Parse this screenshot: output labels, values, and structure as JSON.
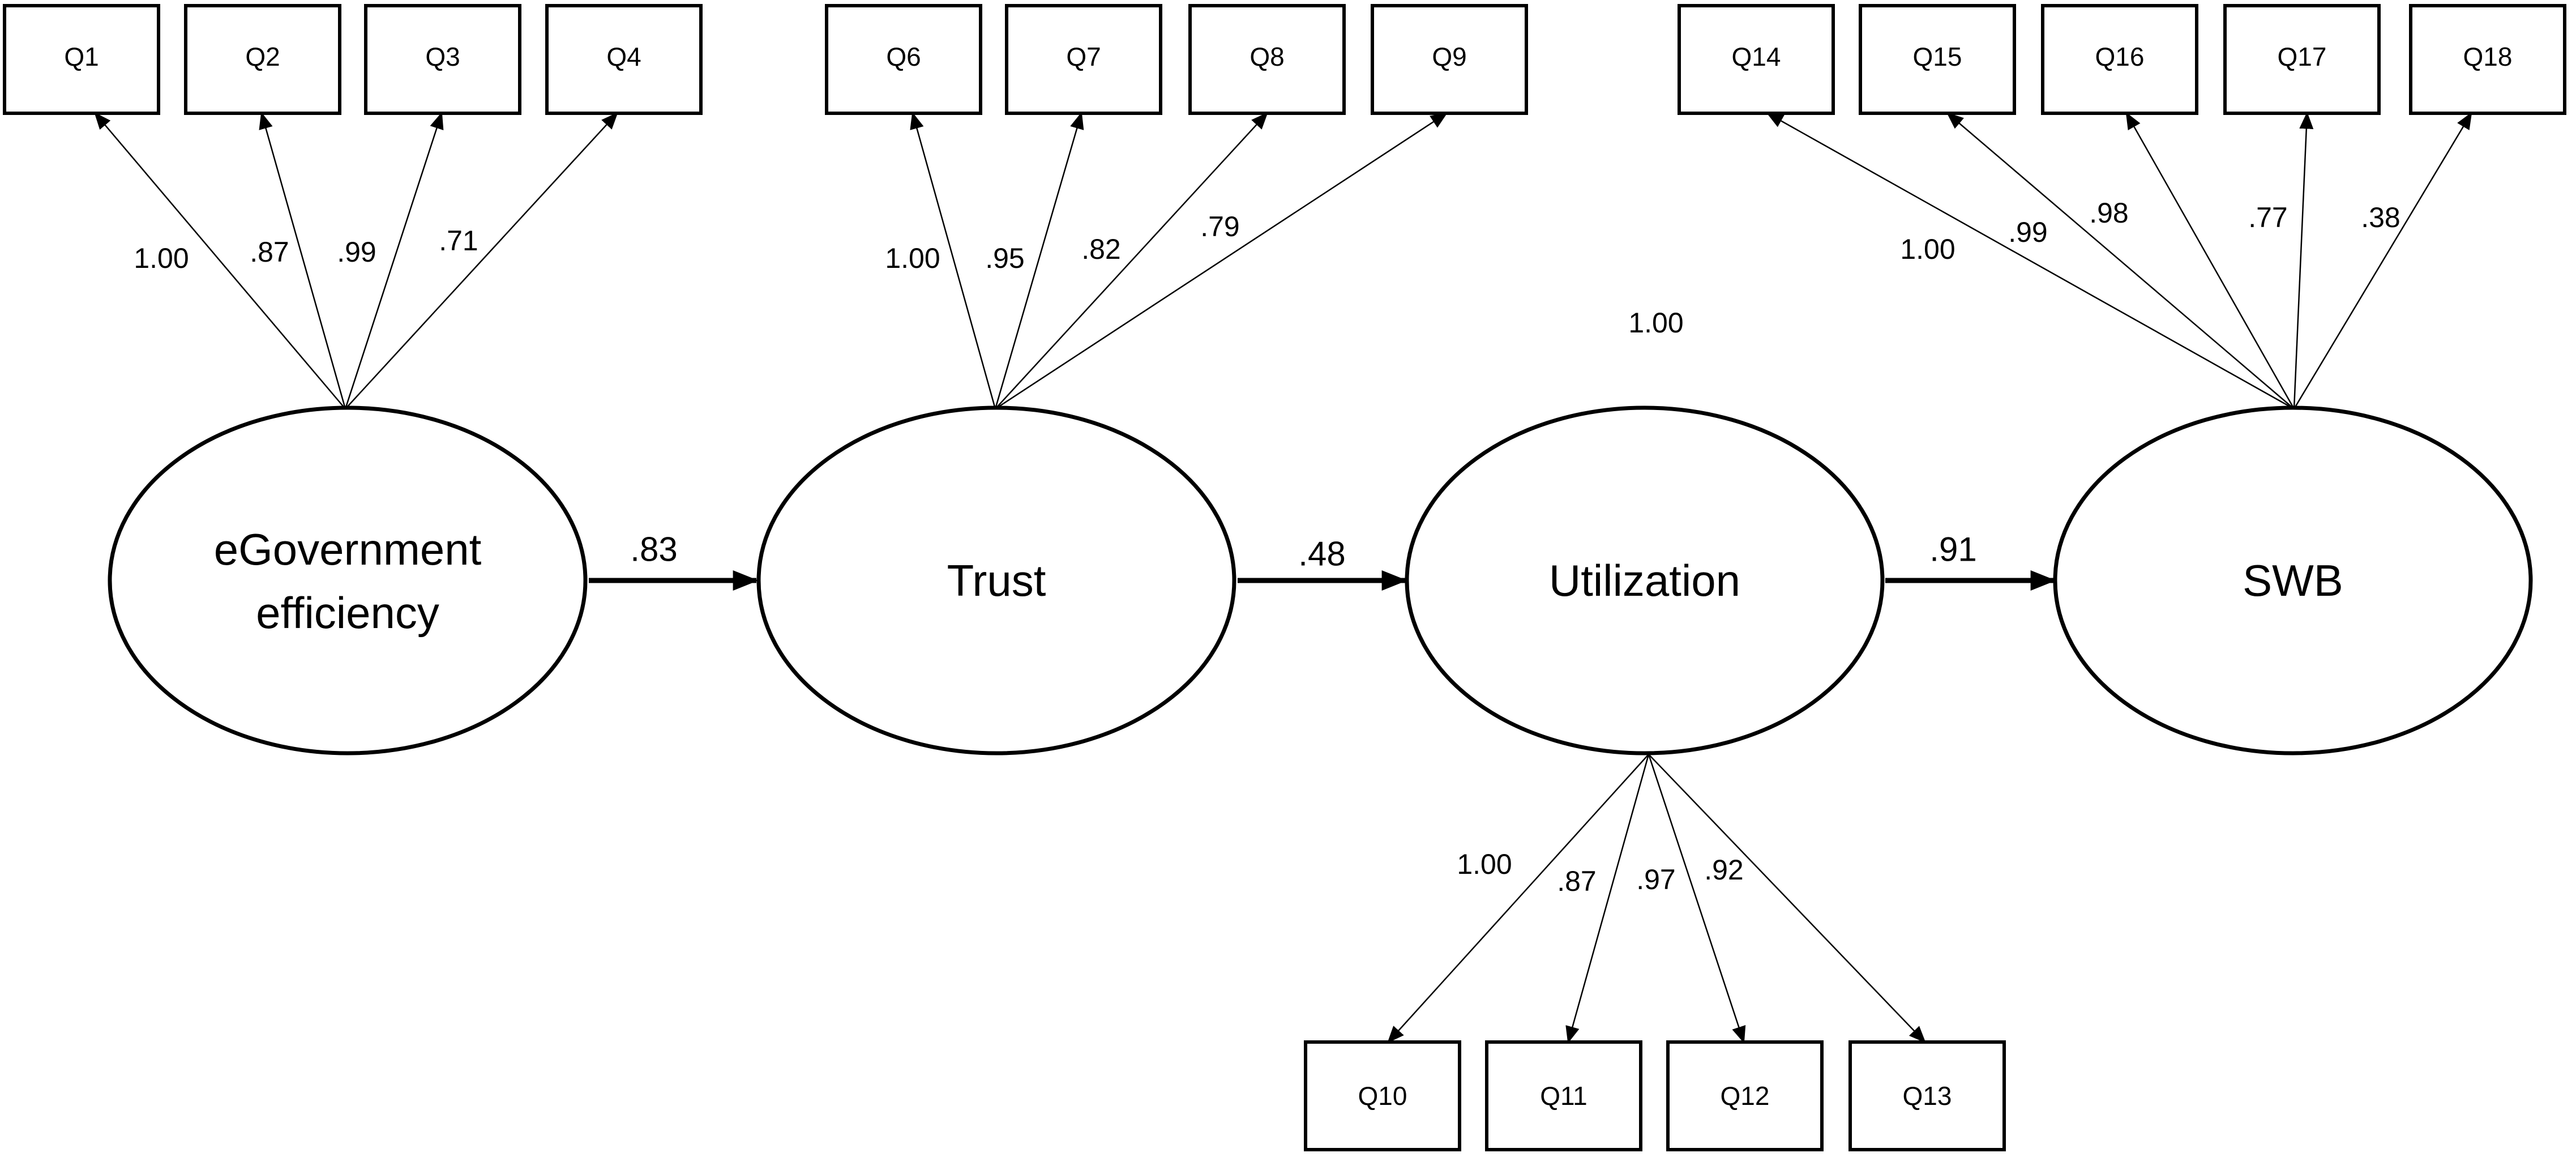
{
  "latents": {
    "egov": {
      "line1": "eGovernment",
      "line2": "efficiency"
    },
    "trust": {
      "label": "Trust"
    },
    "util": {
      "label": "Utilization"
    },
    "swb": {
      "label": "SWB"
    }
  },
  "indicators": {
    "q1": "Q1",
    "q2": "Q2",
    "q3": "Q3",
    "q4": "Q4",
    "q6": "Q6",
    "q7": "Q7",
    "q8": "Q8",
    "q9": "Q9",
    "q10": "Q10",
    "q11": "Q11",
    "q12": "Q12",
    "q13": "Q13",
    "q14": "Q14",
    "q15": "Q15",
    "q16": "Q16",
    "q17": "Q17",
    "q18": "Q18"
  },
  "loadings": {
    "q1": "1.00",
    "q2": ".87",
    "q3": ".99",
    "q4": ".71",
    "q6": "1.00",
    "q7": ".95",
    "q8": ".82",
    "q9": ".79",
    "q10": "1.00",
    "q11": ".87",
    "q12": ".97",
    "q13": ".92",
    "q14": "1.00",
    "q15": ".99",
    "q16": ".98",
    "q17": ".77",
    "q18": ".38"
  },
  "paths": {
    "egov_trust": ".83",
    "trust_util": ".48",
    "util_swb": ".91"
  },
  "floating_label": "1.00"
}
